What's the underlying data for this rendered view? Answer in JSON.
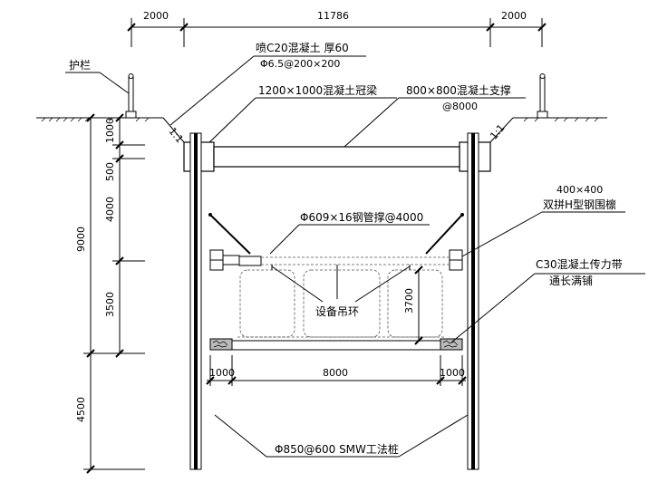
{
  "dimensions": {
    "top_left": "2000",
    "top_mid": "11786",
    "top_right": "2000",
    "left_1000": "1000",
    "left_500": "500",
    "left_4000": "4000",
    "left_9000": "9000",
    "left_3500": "3500",
    "left_4500": "4500",
    "inner_3700": "3700",
    "bottom_left": "1000",
    "bottom_mid": "8000",
    "bottom_right": "1000"
  },
  "slope": {
    "left": "1:1",
    "right": "1:1"
  },
  "labels": {
    "railing": "护栏",
    "shotcrete_line1": "喷C20混凝土 厚60",
    "shotcrete_line2": "Φ6.5@200×200",
    "crown_beam": "1200×1000混凝土冠梁",
    "concrete_strut_line1": "800×800混凝土支撑",
    "concrete_strut_line2": "@8000",
    "steel_waler_line1": "400×400",
    "steel_waler_line2": "双拼H型钢围檩",
    "steel_pipe_strut": "Φ609×16钢管撑@4000",
    "force_belt_line1": "C30混凝土传力带",
    "force_belt_line2": "通长满铺",
    "lifting_ring": "设备吊环",
    "smw_pile": "Φ850@600 SMW工法桩"
  }
}
